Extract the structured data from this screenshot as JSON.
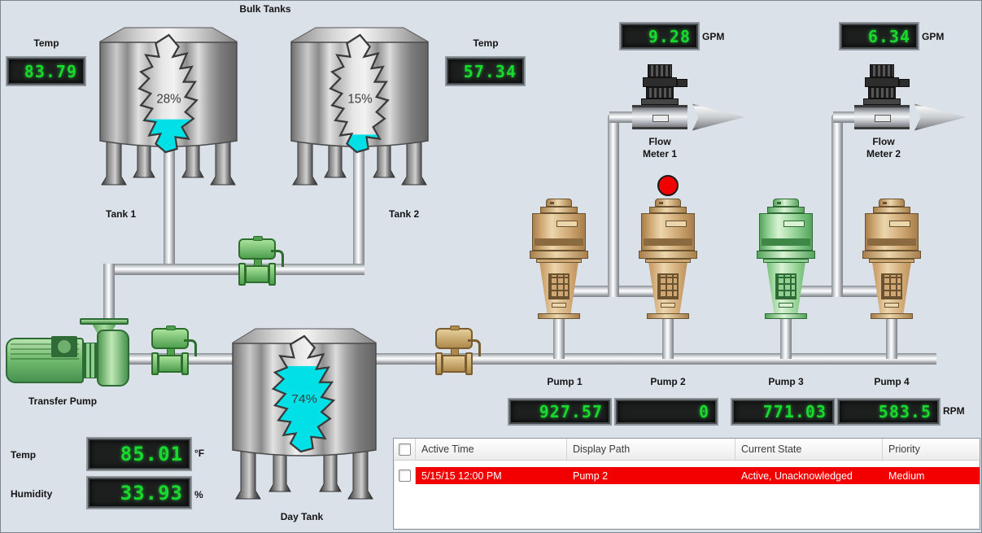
{
  "scene": {
    "title": "Bulk Tanks",
    "background": "#dbe1e8"
  },
  "displays": {
    "tank1_temp": {
      "label": "Temp",
      "value": "83.79"
    },
    "tank2_temp": {
      "label": "Temp",
      "value": "57.34"
    },
    "flow_meter_1": {
      "value": "9.28",
      "unit": "GPM"
    },
    "flow_meter_2": {
      "value": "6.34",
      "unit": "GPM"
    },
    "pump1_rpm": {
      "value": "927.57"
    },
    "pump2_rpm": {
      "value": "0"
    },
    "pump3_rpm": {
      "value": "771.03"
    },
    "pump4_rpm": {
      "value": "583.5",
      "unit": "RPM"
    },
    "ambient_temp": {
      "label": "Temp",
      "value": "85.01",
      "unit": "°F"
    },
    "humidity": {
      "label": "Humidity",
      "value": "33.93",
      "unit": "%"
    }
  },
  "tanks": [
    {
      "label": "Tank 1",
      "percent": 28,
      "percent_label": "28%"
    },
    {
      "label": "Tank 2",
      "percent": 15,
      "percent_label": "15%"
    },
    {
      "label": "Day Tank",
      "percent": 74,
      "percent_label": "74%"
    }
  ],
  "pumps": {
    "transfer": {
      "label": "Transfer Pump",
      "state_color": "green"
    },
    "pump1": {
      "label": "Pump 1",
      "state_color": "tan"
    },
    "pump2": {
      "label": "Pump 2",
      "state_color": "tan"
    },
    "pump3": {
      "label": "Pump 3",
      "state_color": "green"
    },
    "pump4": {
      "label": "Pump 4",
      "state_color": "tan"
    }
  },
  "flow_meters": [
    {
      "label_line1": "Flow",
      "label_line2": "Meter 1"
    },
    {
      "label_line1": "Flow",
      "label_line2": "Meter 2"
    }
  ],
  "alarm_indicator": {
    "color": "#f00000"
  },
  "alarm_table": {
    "columns": [
      "Active Time",
      "Display Path",
      "Current State",
      "Priority"
    ],
    "rows": [
      {
        "active_time": "5/15/15 12:00 PM",
        "display_path": "Pump 2",
        "current_state": "Active, Unacknowledged",
        "priority": "Medium",
        "selected": false
      }
    ]
  },
  "colors": {
    "led_text": "#17da2c",
    "alarm_row": "#f20000",
    "water": "#00e0e6"
  }
}
